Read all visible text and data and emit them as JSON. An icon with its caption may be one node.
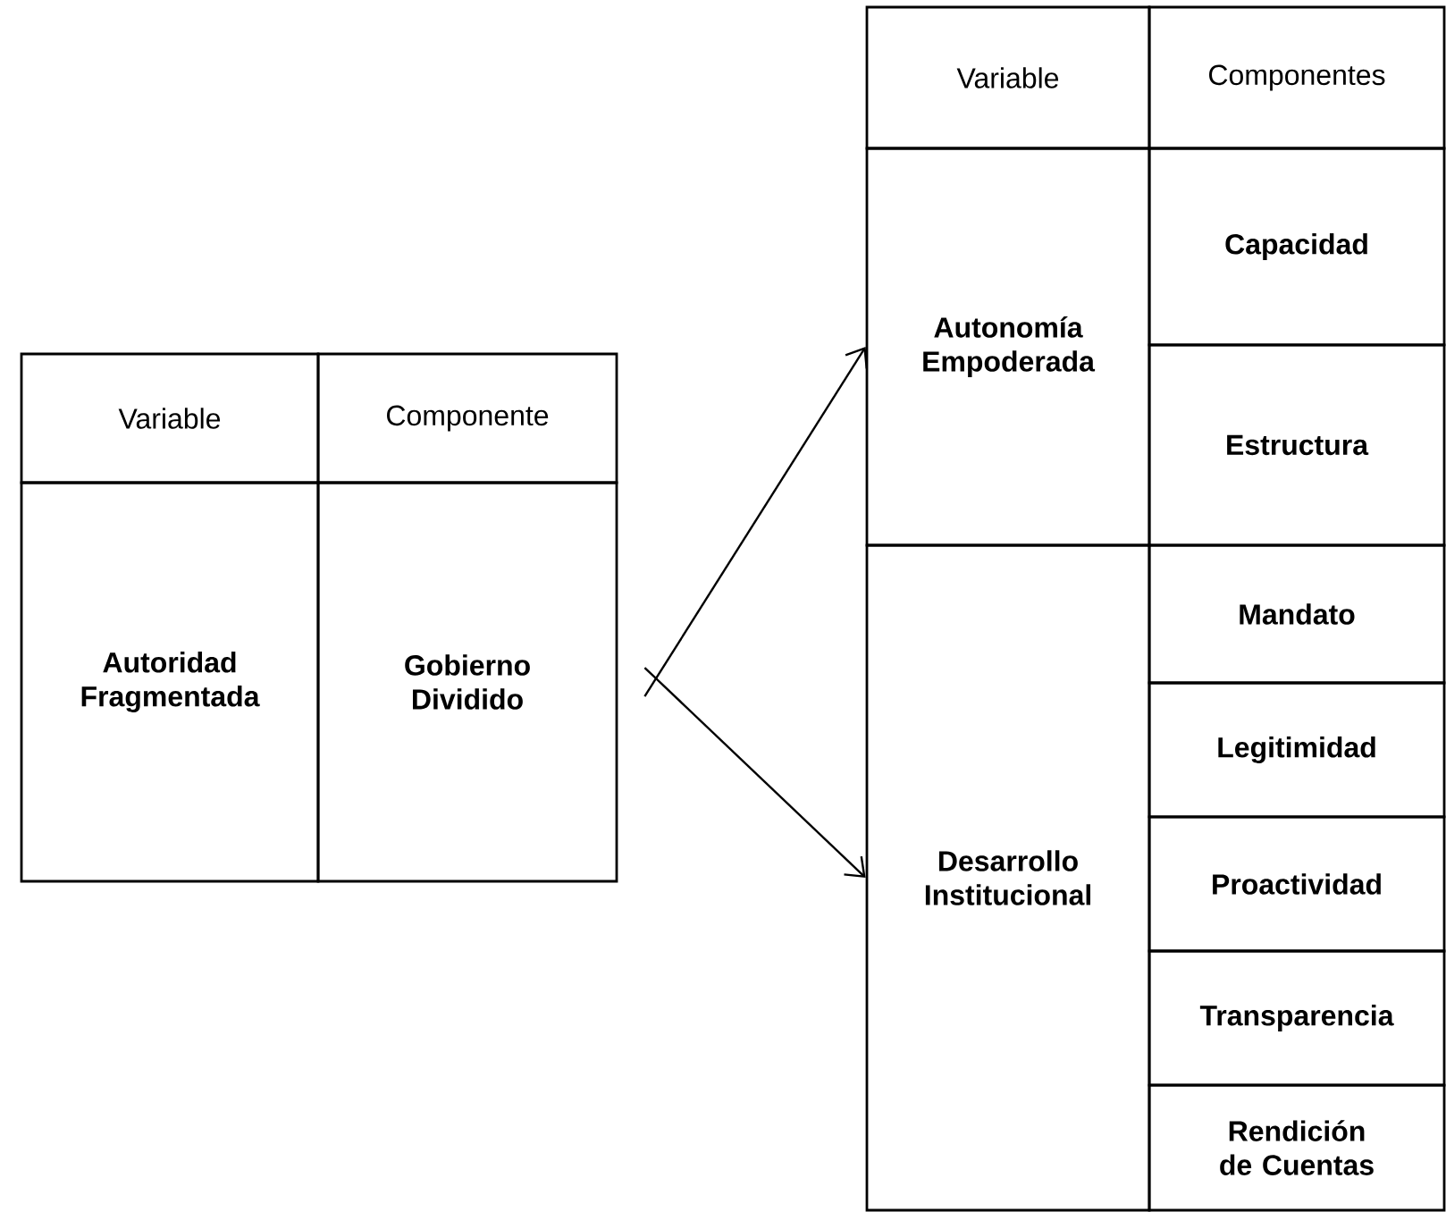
{
  "diagram": {
    "nodes": [
      {
        "text": [
          "Variable"
        ]
      },
      {
        "text": [
          "Componente"
        ]
      },
      {
        "text": [
          "Autoridad Fragmentada"
        ]
      },
      {
        "text": [
          "Gobierno Dividido"
        ]
      },
      {
        "text": [
          "Variable"
        ]
      },
      {
        "text": [
          "Componentes"
        ]
      },
      {
        "text": [
          "Autonomía Empoderada"
        ]
      },
      {
        "text": [
          "Capacidad"
        ]
      },
      {
        "text": [
          "Estructura"
        ]
      },
      {
        "text": [
          "Desarrollo Institucional"
        ]
      },
      {
        "text": [
          "Mandato"
        ]
      },
      {
        "text": [
          "Legitimidad"
        ]
      },
      {
        "text": [
          "Proactividad"
        ]
      },
      {
        "text": [
          "Transparencia"
        ]
      },
      {
        "text": [
          "Rendición de Cuentas"
        ]
      }
    ],
    "edges": [
      {
        "from": 3,
        "to": 6,
        "arrow": "to"
      },
      {
        "from": 3,
        "to": 9,
        "arrow": "to"
      }
    ]
  }
}
